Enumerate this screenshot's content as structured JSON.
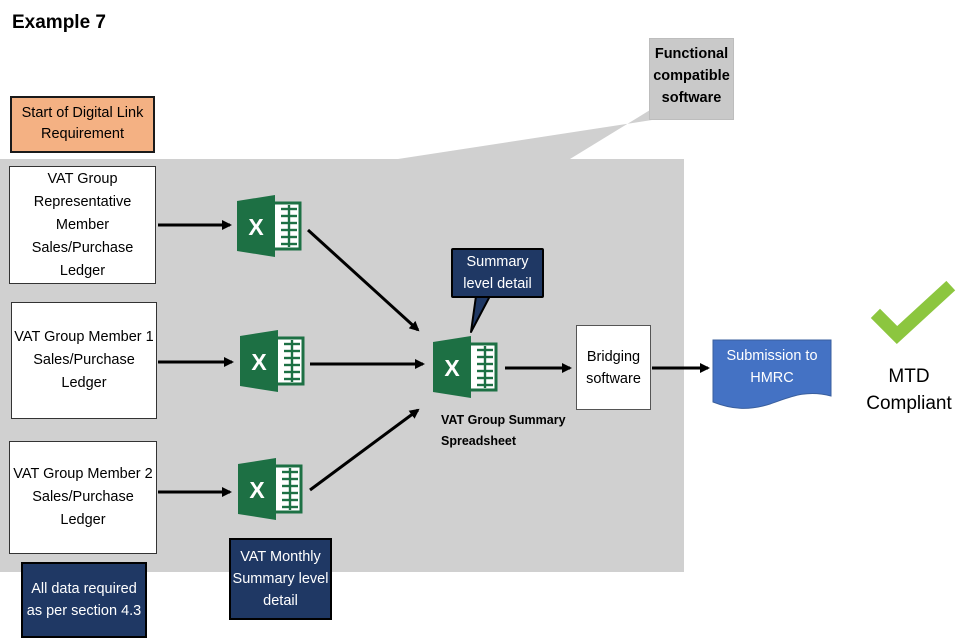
{
  "title": "Example 7",
  "callout_grey": {
    "line1": "Functional",
    "line2": "compatible",
    "line3": "software"
  },
  "start_box": {
    "line1": "Start of Digital Link",
    "line2": "Requirement"
  },
  "ledger_rep": {
    "line1": "VAT Group",
    "line2": "Representative",
    "line3": "Member",
    "line4": "Sales/Purchase",
    "line5": "Ledger"
  },
  "ledger_m1": {
    "line1": "VAT Group Member 1",
    "line2": "Sales/Purchase",
    "line3": "Ledger"
  },
  "ledger_m2": {
    "line1": "VAT Group Member 2",
    "line2": "Sales/Purchase  Ledger"
  },
  "summary_callout": {
    "line1": "Summary",
    "line2": "level detail"
  },
  "summary_spreadsheet": {
    "line1": "VAT Group Summary",
    "line2": "Spreadsheet"
  },
  "bridging": {
    "line1": "Bridging",
    "line2": "software"
  },
  "submission": {
    "line1": "Submission to",
    "line2": "HMRC"
  },
  "mtd": {
    "line1": "MTD",
    "line2": "Compliant"
  },
  "all_data": {
    "line1": "All data required",
    "line2": "as per section 4.3"
  },
  "vat_monthly": {
    "line1": "VAT Monthly",
    "line2": "Summary level",
    "line3": "detail"
  },
  "icons": {
    "spreadsheet": "excel-icon",
    "check": "checkmark-icon"
  },
  "colors": {
    "excel_green": "#1d7044",
    "navy": "#1f3864",
    "orange": "#f4b183",
    "hmrc_blue": "#4472c4",
    "check_green": "#8cc63f"
  }
}
